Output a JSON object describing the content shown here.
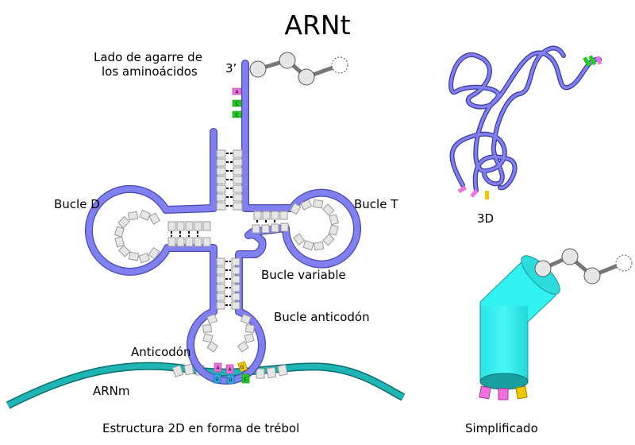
{
  "title": "ARNt",
  "labels": {
    "acceptor_side_line1": "Lado de agarre de",
    "acceptor_side_line2": "los aminoácidos",
    "three_prime": "3’",
    "d_loop": "Bucle D",
    "t_loop": "Bucle T",
    "variable_loop": "Bucle variable",
    "anticodon_loop": "Bucle anticodón",
    "anticodon": "Anticodón",
    "mrna": "ARNm",
    "caption_2d": "Estructura 2D en forma de trébol",
    "label_3d": "3D",
    "caption_simplified": "Simplificado"
  },
  "bases": {
    "acceptor": [
      "A",
      "C",
      "C"
    ],
    "anticodon": [
      "A",
      "A",
      "G"
    ],
    "codon": [
      "U",
      "U",
      "C"
    ]
  },
  "colors": {
    "strand": "#8080F0",
    "strand_edge": "#4A4AB0",
    "base_fill": "#E6E6E6",
    "base_edge": "#9A9A9A",
    "mrna": "#20B5B5",
    "mrna_edge": "#0C6E6E",
    "cylinder": "#33F2F2",
    "cylinder_edge": "#159A9A",
    "base_A": "#F070E0",
    "base_C": "#22CC22",
    "base_G": "#F0C800",
    "base_U": "#2EA8E0",
    "amino_ball": "#E6E6E6",
    "amino_link": "#777777"
  },
  "icons": [
    "amino-acid-chain-icon",
    "tertiary-structure-icon",
    "cylinder-model-icon"
  ]
}
